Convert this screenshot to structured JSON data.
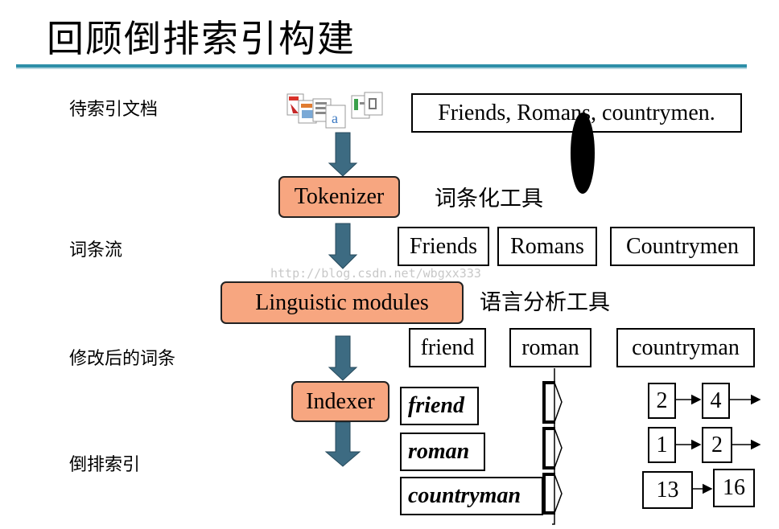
{
  "title": "回顾倒排索引构建",
  "stages": {
    "documents": "待索引文档",
    "token_stream": "词条流",
    "modified_tokens": "修改后的词条",
    "inverted_index": "倒排索引"
  },
  "input_text": "Friends, Romans, countrymen.",
  "processors": {
    "tokenizer": "Tokenizer",
    "tokenizer_cn": "词条化工具",
    "linguistic": "Linguistic modules",
    "linguistic_cn": "语言分析工具",
    "indexer": "Indexer"
  },
  "tokens": [
    "Friends",
    "Romans",
    "Countrymen"
  ],
  "normalized_terms": [
    "friend",
    "roman",
    "countryman"
  ],
  "index_terms": [
    "friend",
    "roman",
    "countryman"
  ],
  "postings": [
    [
      "2",
      "4"
    ],
    [
      "1",
      "2"
    ],
    [
      "13",
      "16"
    ]
  ],
  "watermark": "http://blog.csdn.net/wbgxx333",
  "colors": {
    "process_fill": "#f7a680",
    "arrow_fill": "#3d6b82",
    "title_rule": "#2e8fa8"
  },
  "icons": [
    "document-files-icon"
  ]
}
